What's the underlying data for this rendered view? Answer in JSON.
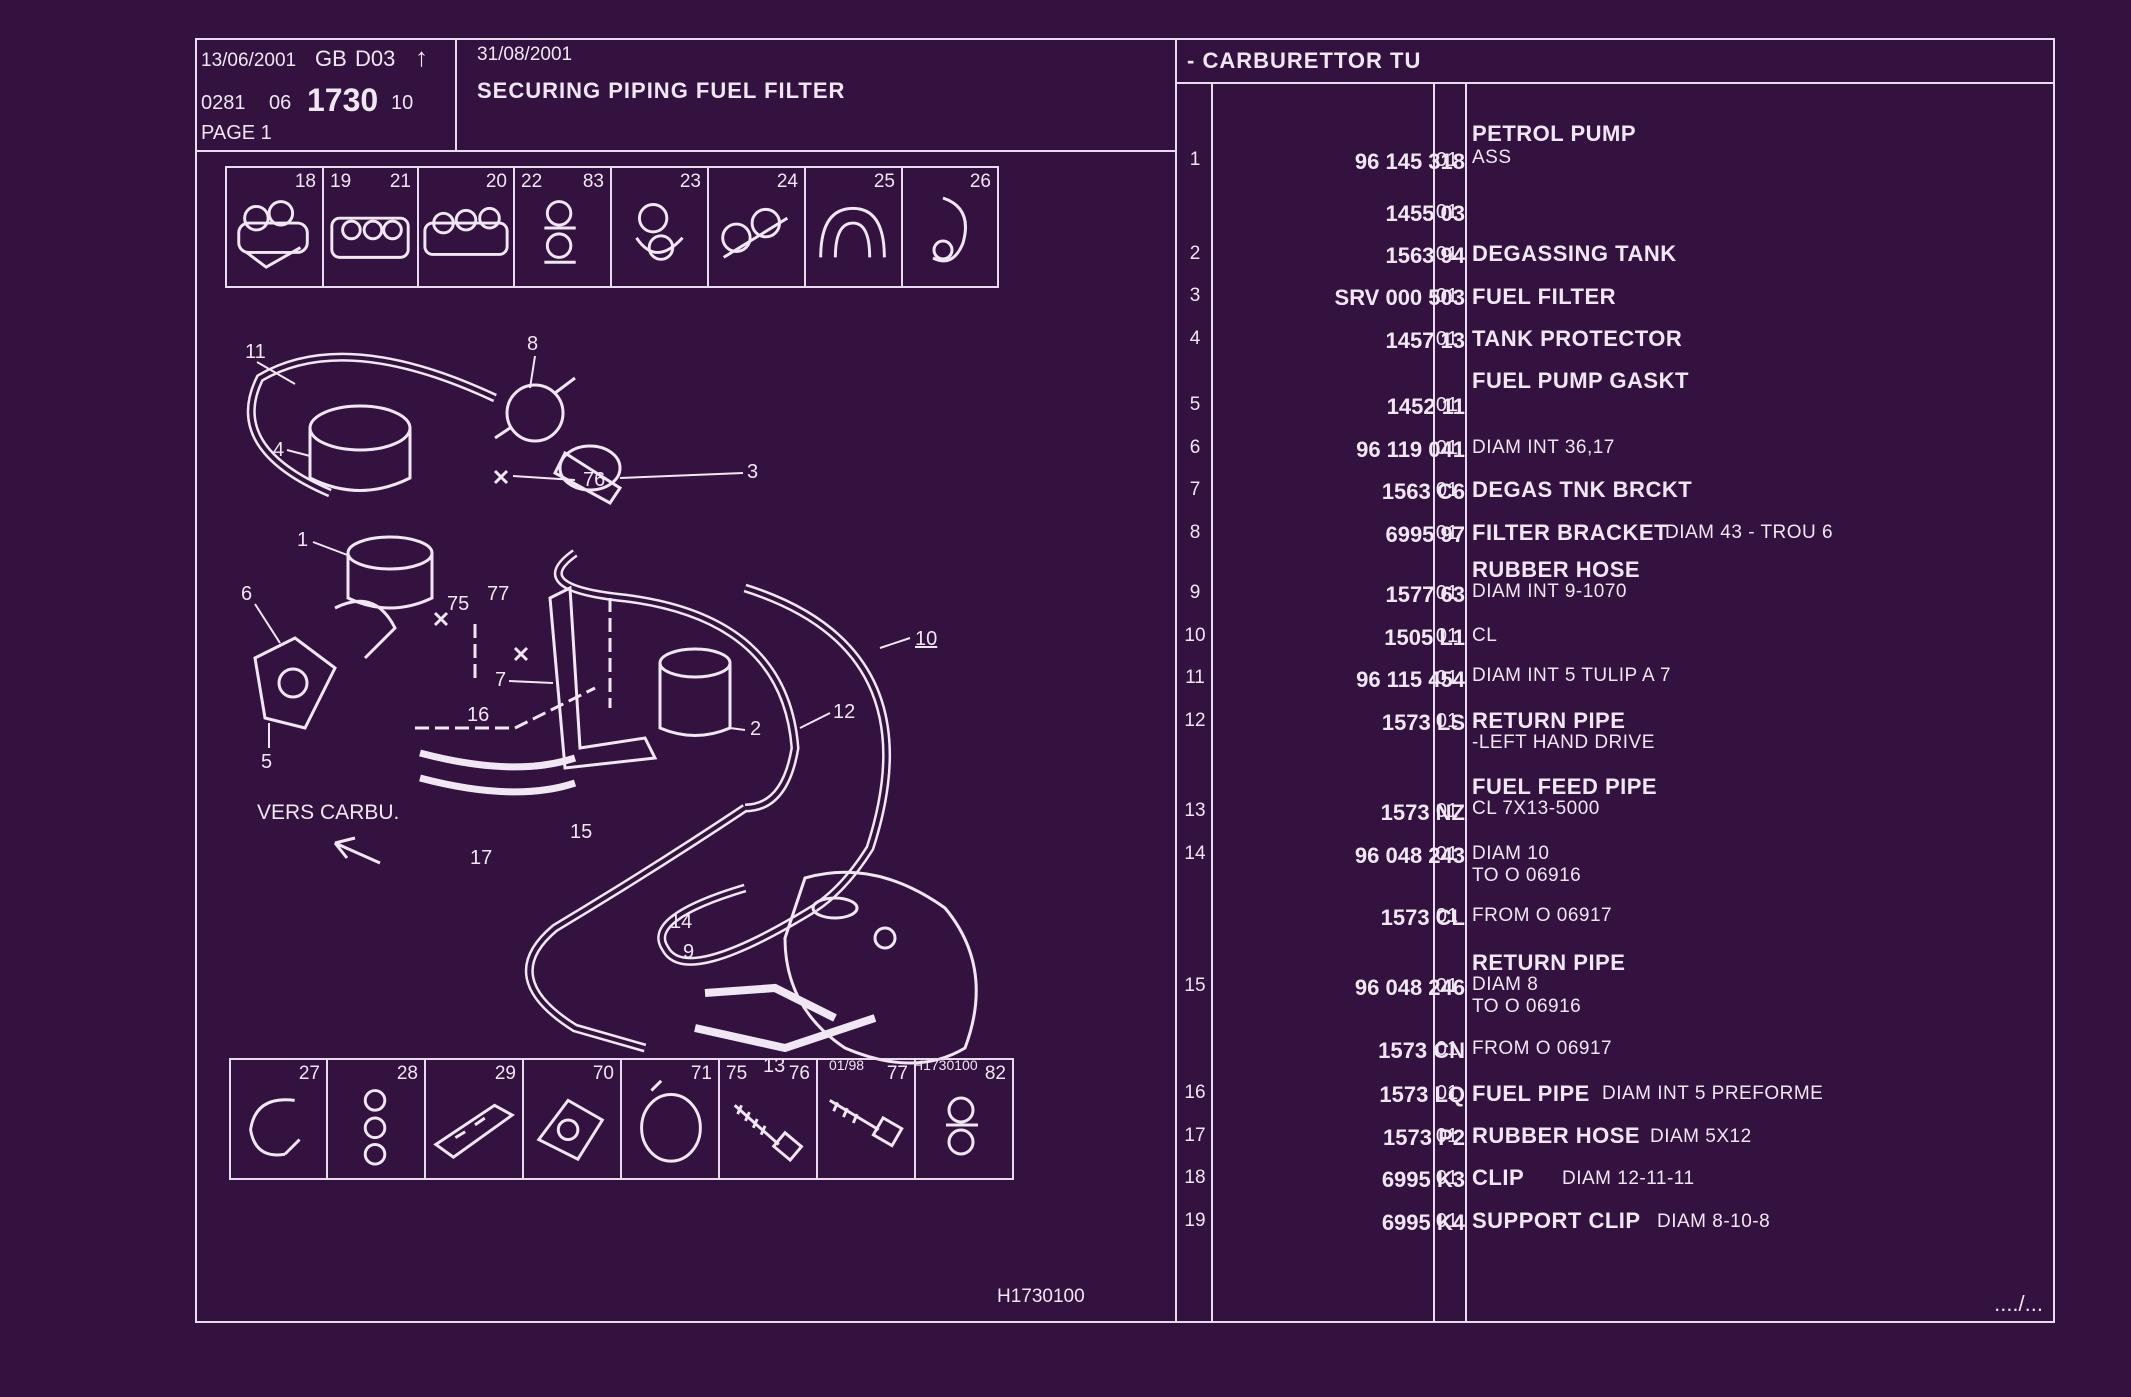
{
  "header": {
    "date1": "13/06/2001",
    "lang": "GB",
    "code": "D03",
    "arrow": "↑",
    "ref_prefix": "0281",
    "ref_group": "06",
    "ref_main": "1730",
    "ref_suffix": "10",
    "page": "PAGE 1",
    "date2": "31/08/2001",
    "title": "SECURING PIPING FUEL FILTER"
  },
  "table_title": "- CARBURETTOR TU",
  "thumbs_top": [
    {
      "labels": [
        "18"
      ]
    },
    {
      "labels": [
        "19",
        "21"
      ]
    },
    {
      "labels": [
        "20"
      ]
    },
    {
      "labels": [
        "22",
        "83"
      ]
    },
    {
      "labels": [
        "23"
      ]
    },
    {
      "labels": [
        "24"
      ]
    },
    {
      "labels": [
        "25"
      ]
    },
    {
      "labels": [
        "26"
      ]
    }
  ],
  "thumbs_bottom": [
    {
      "labels": [
        "27"
      ]
    },
    {
      "labels": [
        "28"
      ]
    },
    {
      "labels": [
        "29"
      ]
    },
    {
      "labels": [
        "70"
      ]
    },
    {
      "labels": [
        "71"
      ]
    },
    {
      "labels": [
        "75",
        "76"
      ]
    },
    {
      "labels": [
        "77"
      ]
    },
    {
      "labels": [
        "82"
      ]
    }
  ],
  "diagram": {
    "callouts": [
      "11",
      "8",
      "76",
      "4",
      "3",
      "1",
      "75",
      "77",
      "6",
      "10",
      "7",
      "2",
      "12",
      "16",
      "5",
      "17",
      "15",
      "14",
      "9",
      "13"
    ],
    "vers_carbu": "VERS CARBU.",
    "stamp": "01/98",
    "code": "H1730100"
  },
  "footer_code": "H1730100",
  "continuation": "..../...",
  "parts": [
    {
      "num": "1",
      "ref": "96 145 318",
      "qty": "01",
      "name": "PETROL PUMP",
      "detail": "ASS"
    },
    {
      "num": "",
      "ref": "1455 03",
      "qty": "01",
      "name": "",
      "detail": ""
    },
    {
      "num": "2",
      "ref": "1563 94",
      "qty": "01",
      "name": "DEGASSING TANK",
      "detail": ""
    },
    {
      "num": "3",
      "ref": "SRV 000 503",
      "qty": "01",
      "name": "FUEL FILTER",
      "detail": ""
    },
    {
      "num": "4",
      "ref": "1457 13",
      "qty": "01",
      "name": "TANK PROTECTOR",
      "detail": ""
    },
    {
      "num": "5",
      "ref": "1452 11",
      "qty": "01",
      "name": "FUEL PUMP GASKT",
      "detail": ""
    },
    {
      "num": "6",
      "ref": "96 119 041",
      "qty": "01",
      "name": "",
      "detail": "DIAM INT 36,17"
    },
    {
      "num": "7",
      "ref": "1563 C6",
      "qty": "01",
      "name": "DEGAS TNK BRCKT",
      "detail": ""
    },
    {
      "num": "8",
      "ref": "6995 97",
      "qty": "01",
      "name": "FILTER BRACKET",
      "detail": "DIAM 43 - TROU 6"
    },
    {
      "num": "9",
      "ref": "1577 63",
      "qty": "01",
      "name": "RUBBER HOSE",
      "detail": "DIAM INT 9-1070"
    },
    {
      "num": "10",
      "ref": "1505 L1",
      "qty": "01",
      "name": "",
      "detail": "CL"
    },
    {
      "num": "11",
      "ref": "96 115 454",
      "qty": "01",
      "name": "",
      "detail": "DIAM INT 5 TULIP A 7"
    },
    {
      "num": "12",
      "ref": "1573 LS",
      "qty": "01",
      "name": "RETURN PIPE",
      "detail": "-LEFT HAND DRIVE"
    },
    {
      "num": "13",
      "ref": "1573 NZ",
      "qty": "01",
      "name": "FUEL FEED PIPE",
      "detail": "CL 7X13-5000"
    },
    {
      "num": "14",
      "ref": "96 048 243",
      "qty": "01",
      "name": "",
      "detail": "DIAM 10",
      "detail2": "TO O 06916"
    },
    {
      "num": "",
      "ref": "1573 CL",
      "qty": "01",
      "name": "",
      "detail": "FROM O 06917"
    },
    {
      "num": "15",
      "ref": "96 048 246",
      "qty": "01",
      "name": "RETURN PIPE",
      "detail": "DIAM 8",
      "detail2": "TO O 06916"
    },
    {
      "num": "",
      "ref": "1573 CN",
      "qty": "01",
      "name": "",
      "detail": "FROM O 06917"
    },
    {
      "num": "16",
      "ref": "1573 LQ",
      "qty": "01",
      "name": "FUEL PIPE",
      "detail": "DIAM INT 5 PREFORME"
    },
    {
      "num": "17",
      "ref": "1573 P2",
      "qty": "01",
      "name": "RUBBER HOSE",
      "detail": "DIAM 5X12"
    },
    {
      "num": "18",
      "ref": "6995 K3",
      "qty": "01",
      "name": "CLIP",
      "detail": "DIAM 12-11-11"
    },
    {
      "num": "19",
      "ref": "6995 K4",
      "qty": "01",
      "name": "SUPPORT CLIP",
      "detail": "DIAM 8-10-8"
    }
  ]
}
